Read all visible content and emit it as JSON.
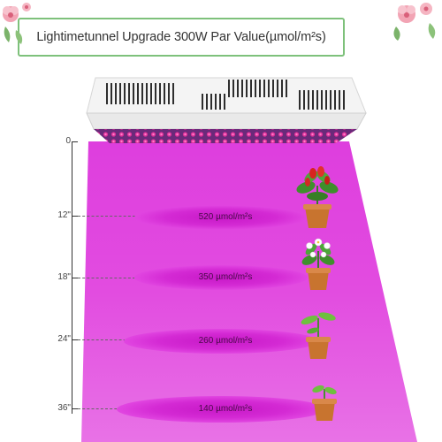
{
  "title": "Lightimetunnel Upgrade 300W Par Value(µmol/m²s)",
  "colors": {
    "light": "#e24ce0",
    "light_dark": "#c718c7",
    "banner_border": "#7ec17b",
    "pot": "#c8742f"
  },
  "measurements": [
    {
      "height": "0",
      "value": ""
    },
    {
      "height": "12\"",
      "value": "520 µmol/m²s"
    },
    {
      "height": "18\"",
      "value": "350 µmol/m²s"
    },
    {
      "height": "24\"",
      "value": "260 µmol/m²s"
    },
    {
      "height": "36\"",
      "value": "140 µmol/m²s"
    }
  ],
  "icons": {
    "flower_left": "pink-flower-icon",
    "flower_right": "pink-flower-icon",
    "lamp": "grow-light-panel-icon",
    "plants": [
      "pepper-plant-icon",
      "flowering-plant-icon",
      "seedling-plant-icon",
      "sprout-plant-icon"
    ]
  }
}
